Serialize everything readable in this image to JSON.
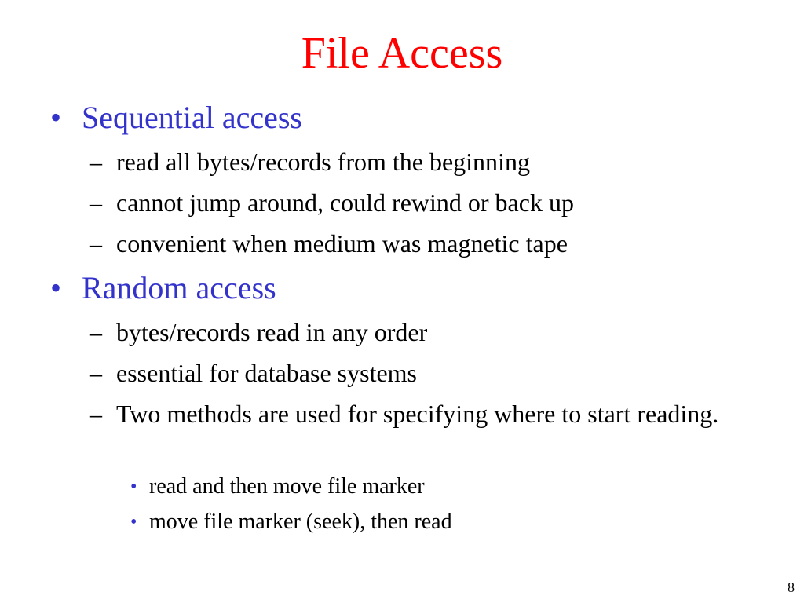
{
  "slide": {
    "title": "File Access",
    "bullets": [
      {
        "text": "Sequential access",
        "subitems": [
          {
            "text": "read all bytes/records from the beginning"
          },
          {
            "text": "cannot jump around, could rewind or back up"
          },
          {
            "text": "convenient when medium was magnetic tape"
          }
        ]
      },
      {
        "text": "Random access",
        "subitems": [
          {
            "text": "bytes/records read in any order"
          },
          {
            "text": "essential for database systems"
          },
          {
            "text": "Two methods are used for specifying where to start reading.",
            "subitems": [
              {
                "text": "read and then move file marker"
              },
              {
                "text": "move file marker (seek), then read"
              }
            ]
          }
        ]
      }
    ],
    "bullet_glyphs": {
      "level1": "•",
      "level2": "–",
      "level3": "•"
    },
    "page_number": "8",
    "colors": {
      "title": "#ff0000",
      "level1_text": "#3333cc",
      "body_text": "#000000"
    }
  }
}
